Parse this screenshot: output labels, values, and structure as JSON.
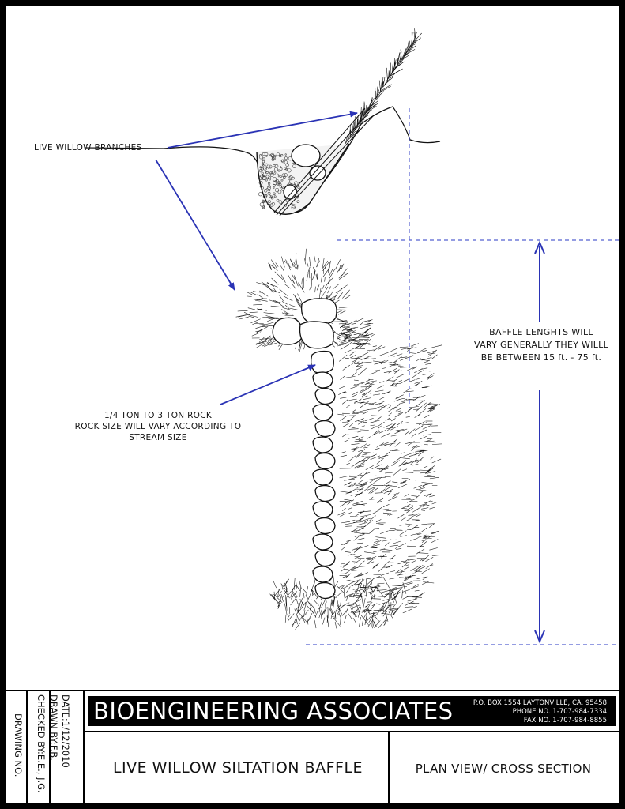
{
  "annotations": {
    "live_willow_branches": "LIVE WILLOW BRANCHES",
    "rock_line1": "1/4 TON TO 3 TON ROCK",
    "rock_line2": "ROCK SIZE WILL VARY ACCORDING TO",
    "rock_line3": "STREAM SIZE",
    "baffle_line1": "BAFFLE LENGHTS WILL",
    "baffle_line2": "VARY GENERALLY THEY WILLL",
    "baffle_line3": "BE BETWEEN 15 ft. - 75 ft."
  },
  "title_block": {
    "date": "DATE:1/12/2010",
    "drawn_by": "DRAWN BY:F.B.",
    "checked_by": "CHECKED BY:E.E., J.G.",
    "drawing_no": "DRAWING NO.",
    "company": "BIOENGINEERING ASSOCIATES",
    "address": "P.O. BOX 1554  LAYTONVILLE, CA. 95458",
    "phone": "PHONE NO. 1-707-984-7334",
    "fax": "FAX NO.  1-707-984-8855",
    "drawing_title": "LIVE WILLOW SILTATION BAFFLE",
    "view_label": "PLAN VIEW/ CROSS SECTION"
  },
  "colors": {
    "leader_arrows": "#2a33b5",
    "dimension_lines": "#5560d0",
    "ink": "#111111",
    "title_bar": "#000000"
  }
}
